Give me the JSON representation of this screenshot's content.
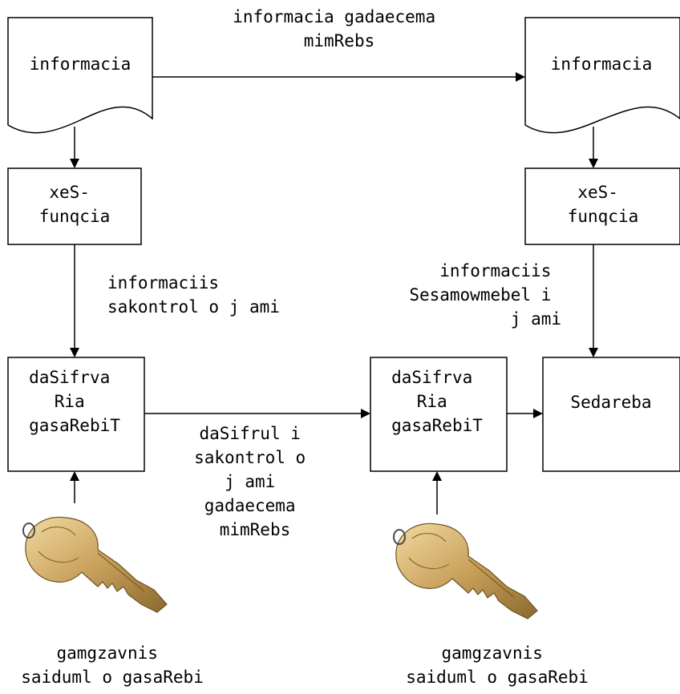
{
  "sender": {
    "document": [
      "informacia"
    ],
    "hash": [
      "xeS-",
      "funqcia"
    ],
    "checksum_label": [
      "informaciis",
      "sakontrol o j ami"
    ],
    "encrypt": [
      "daSifrva",
      "Ria",
      "gasaRebiT"
    ],
    "key_label": [
      "gamgzavnis",
      "saiduml o gasaRebi"
    ]
  },
  "receiver": {
    "document": [
      "informacia"
    ],
    "hash": [
      "xeS-",
      "funqcia"
    ],
    "checksum_label": [
      "informaciis",
      "Sesamowmebel i",
      "j ami"
    ],
    "decrypt": [
      "daSifrva",
      "Ria",
      "gasaRebiT"
    ],
    "compare": [
      "Sedareba"
    ],
    "key_label": [
      "gamgzavnis",
      "saiduml o gasaRebi"
    ]
  },
  "transfer": {
    "info_label": [
      "informacia gadaecema",
      "mimRebs"
    ],
    "encrypted_label": [
      "daSifrul i",
      "sakontrol o",
      "j ami",
      "gadaecema",
      "mimRebs"
    ]
  },
  "icons": {
    "sender_key": "key-icon",
    "receiver_key": "key-icon"
  }
}
